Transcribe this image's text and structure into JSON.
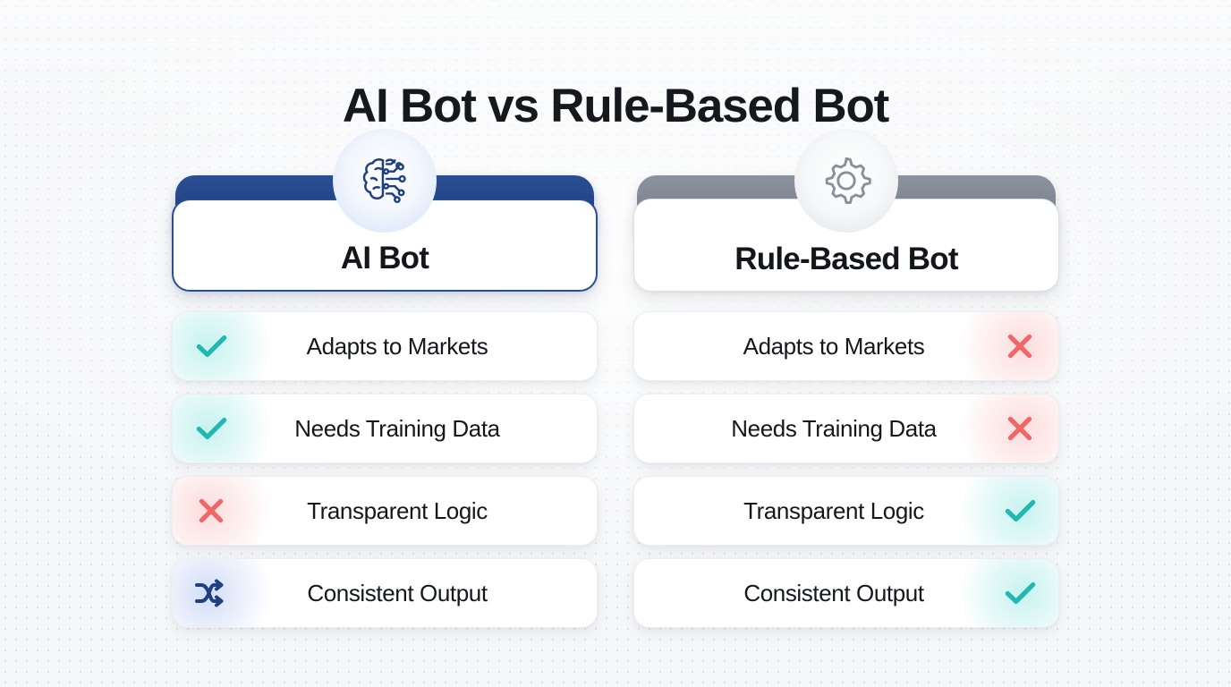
{
  "page": {
    "title": "AI Bot vs Rule-Based Bot",
    "background_color": "#f6f7f9",
    "dot_color": "#dfe2e8"
  },
  "colors": {
    "ai_accent": "#2a4d93",
    "rule_accent": "#767d8a",
    "check_teal": "#20b8b1",
    "cross_red": "#f06767",
    "shuffle_blue": "#1f3f7e",
    "text": "#14171c"
  },
  "columns": [
    {
      "id": "ai-bot",
      "header": {
        "title": "AI Bot",
        "icon": "brain-circuit-icon",
        "accent": "#2a4d93"
      },
      "icon_side": "left",
      "rows": [
        {
          "label": "Adapts to Markets",
          "icon": "check-icon",
          "status": "yes"
        },
        {
          "label": "Needs Training Data",
          "icon": "check-icon",
          "status": "yes"
        },
        {
          "label": "Transparent Logic",
          "icon": "cross-icon",
          "status": "no"
        },
        {
          "label": "Consistent Output",
          "icon": "shuffle-icon",
          "status": "partial"
        }
      ]
    },
    {
      "id": "rule-based-bot",
      "header": {
        "title": "Rule-Based Bot",
        "icon": "gear-icon",
        "accent": "#767d8a"
      },
      "icon_side": "right",
      "rows": [
        {
          "label": "Adapts to Markets",
          "icon": "cross-icon",
          "status": "no"
        },
        {
          "label": "Needs Training Data",
          "icon": "cross-icon",
          "status": "no"
        },
        {
          "label": "Transparent Logic",
          "icon": "check-icon",
          "status": "yes"
        },
        {
          "label": "Consistent Output",
          "icon": "check-icon",
          "status": "yes"
        }
      ]
    }
  ]
}
